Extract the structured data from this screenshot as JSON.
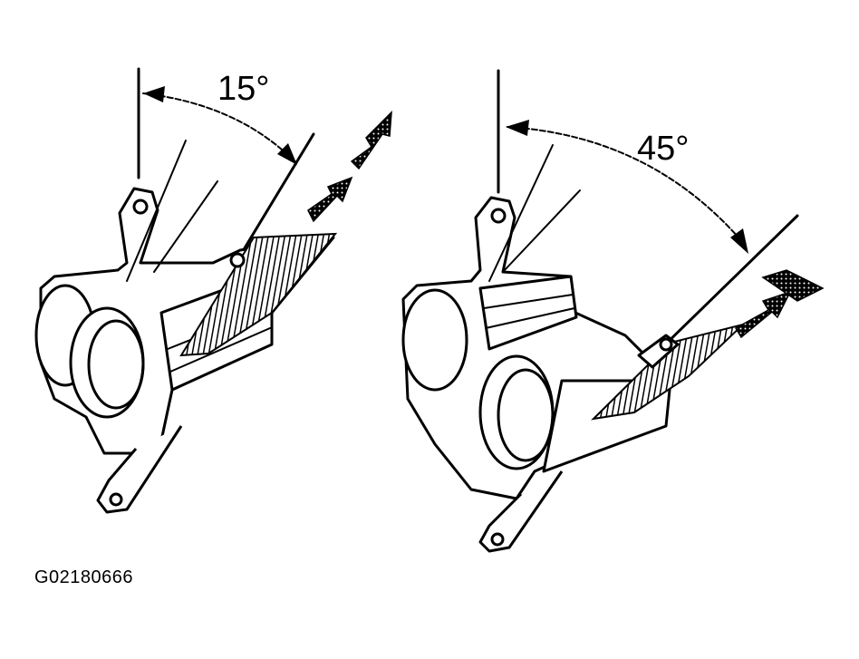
{
  "figure_code": "G02180666",
  "views": [
    {
      "angle_label": "15°"
    },
    {
      "angle_label": "45°"
    }
  ],
  "colors": {
    "ink": "#000000",
    "paper": "#ffffff"
  }
}
